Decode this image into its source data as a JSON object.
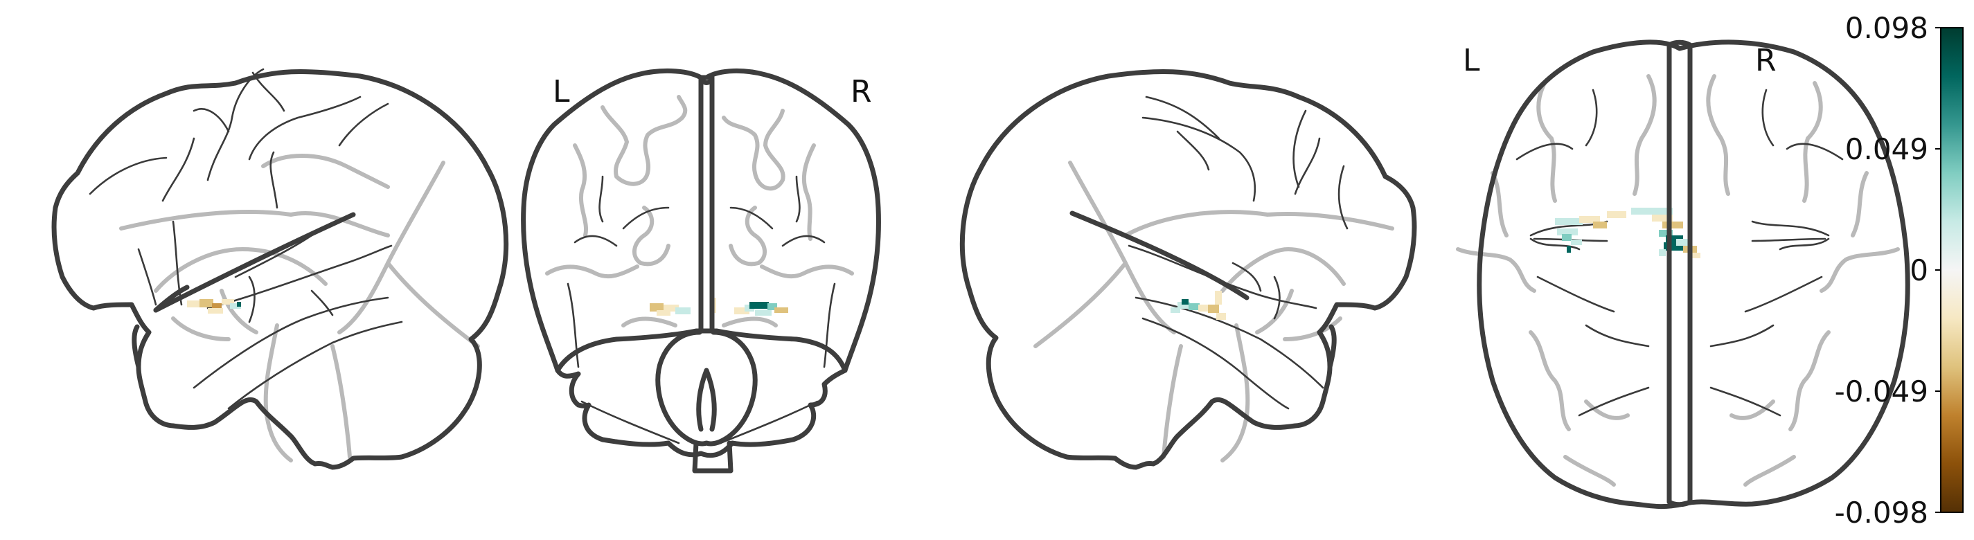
{
  "views": {
    "coronal": {
      "left_label": "L",
      "right_label": "R"
    },
    "axial": {
      "left_label": "L",
      "right_label": "R"
    }
  },
  "colorbar": {
    "ticks": [
      {
        "value": 0.098,
        "label": "0.098"
      },
      {
        "value": 0.049,
        "label": "0.049"
      },
      {
        "value": 0,
        "label": "0"
      },
      {
        "value": -0.049,
        "label": "-0.049"
      },
      {
        "value": -0.098,
        "label": "-0.098"
      }
    ],
    "vmin": -0.098,
    "vmax": 0.098,
    "colormap": [
      "#543005",
      "#8c510a",
      "#bf812d",
      "#dfc27d",
      "#f6e8c3",
      "#f5f5f5",
      "#c7eae5",
      "#80cdc1",
      "#35978f",
      "#01665e",
      "#003c30"
    ]
  }
}
